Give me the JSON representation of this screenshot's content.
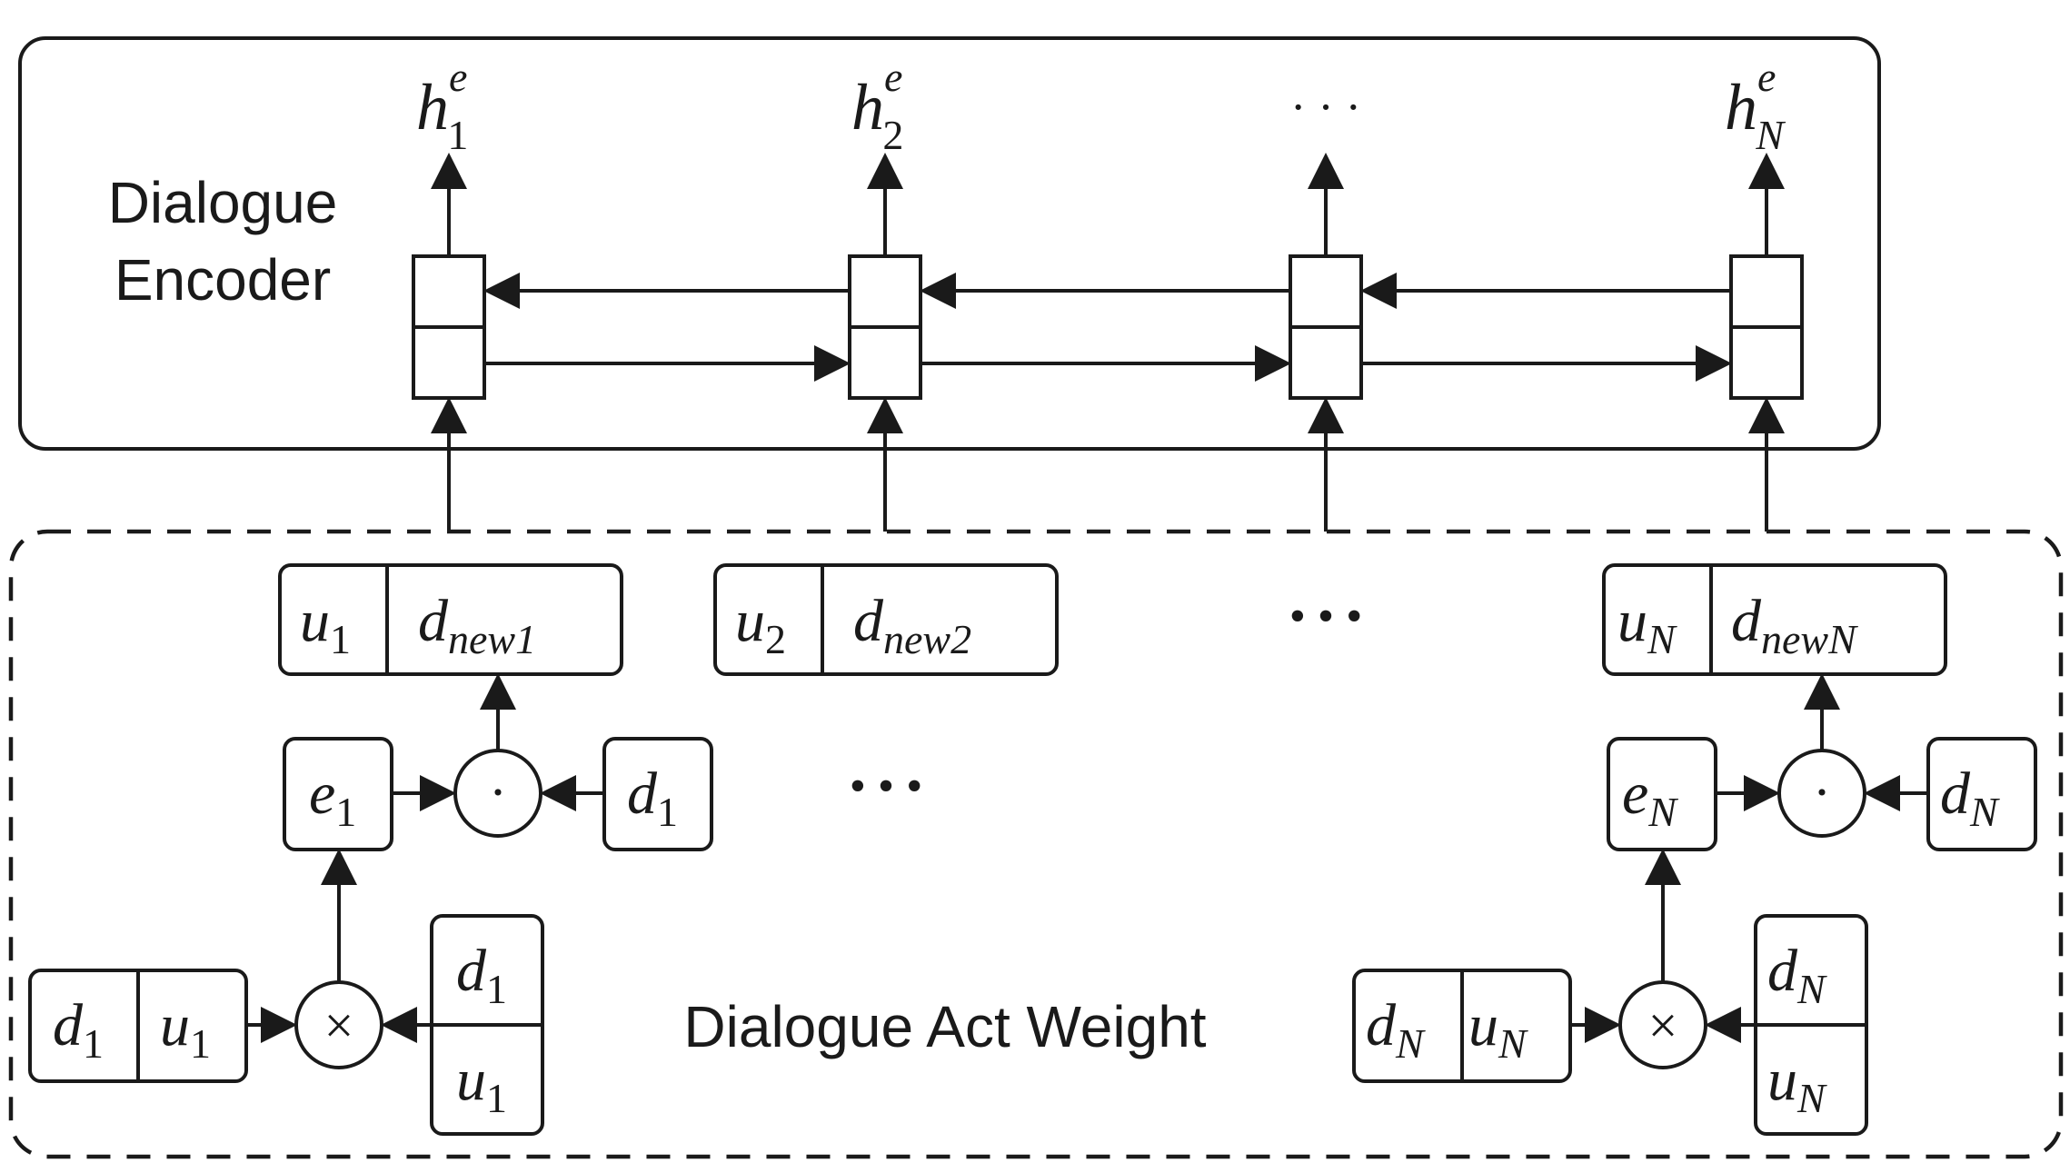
{
  "encoder": {
    "label_line1": "Dialogue",
    "label_line2": "Encoder",
    "outputs": [
      {
        "base": "h",
        "sup": "e",
        "sub": "1"
      },
      {
        "base": "h",
        "sup": "e",
        "sub": "2"
      },
      {
        "ellipsis": "· · ·"
      },
      {
        "base": "h",
        "sup": "e",
        "sub": "N"
      }
    ]
  },
  "act_weight": {
    "label": "Dialogue Act Weight",
    "concat_cells": [
      {
        "u_base": "u",
        "u_sub": "1",
        "d_base": "d",
        "d_sub": "new1"
      },
      {
        "u_base": "u",
        "u_sub": "2",
        "d_base": "d",
        "d_sub": "new2"
      },
      {
        "ellipsis": "• • •"
      },
      {
        "u_base": "u",
        "u_sub": "N",
        "d_base": "d",
        "d_sub": "newN"
      }
    ],
    "middle_ellipsis": "• • •",
    "branches": [
      {
        "e_base": "e",
        "e_sub": "1",
        "dot_op": "·",
        "d_base": "d",
        "d_sub": "1",
        "times_op": "×",
        "pair_left": {
          "a_base": "d",
          "a_sub": "1",
          "b_base": "u",
          "b_sub": "1"
        },
        "pair_right": {
          "a_base": "d",
          "a_sub": "1",
          "b_base": "u",
          "b_sub": "1"
        }
      },
      {
        "e_base": "e",
        "e_sub": "N",
        "dot_op": "·",
        "d_base": "d",
        "d_sub": "N",
        "times_op": "×",
        "pair_left": {
          "a_base": "d",
          "a_sub": "N",
          "b_base": "u",
          "b_sub": "N"
        },
        "pair_right": {
          "a_base": "d",
          "a_sub": "N",
          "b_base": "u",
          "b_sub": "N"
        }
      }
    ]
  },
  "colors": {
    "stroke": "#1a1a1a",
    "background": "#ffffff"
  }
}
